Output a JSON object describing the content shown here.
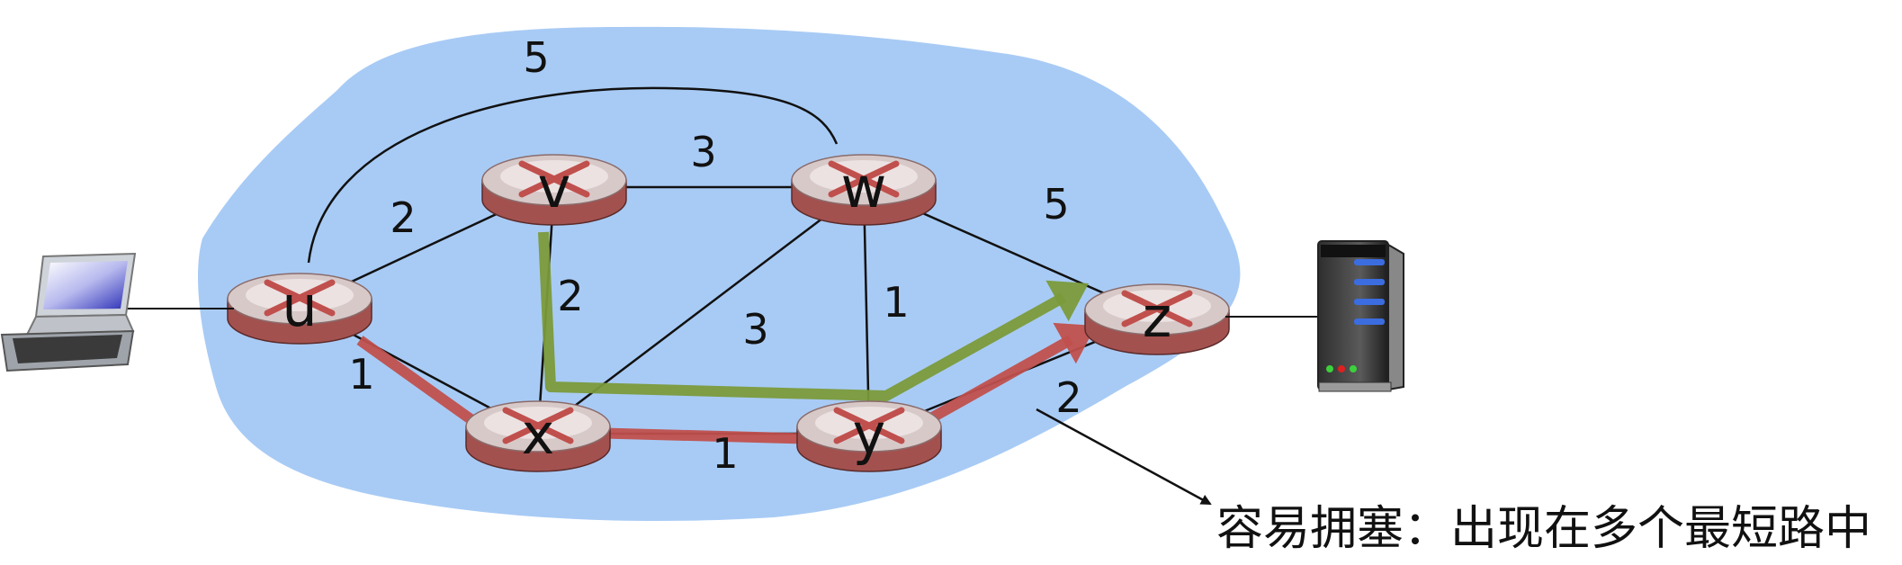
{
  "nodes": [
    {
      "id": "u",
      "label": "u"
    },
    {
      "id": "v",
      "label": "v"
    },
    {
      "id": "w",
      "label": "w"
    },
    {
      "id": "x",
      "label": "x"
    },
    {
      "id": "y",
      "label": "y"
    },
    {
      "id": "z",
      "label": "z"
    }
  ],
  "edges": [
    {
      "from": "u",
      "to": "w",
      "cost": "5"
    },
    {
      "from": "u",
      "to": "v",
      "cost": "2"
    },
    {
      "from": "u",
      "to": "x",
      "cost": "1"
    },
    {
      "from": "v",
      "to": "w",
      "cost": "3"
    },
    {
      "from": "v",
      "to": "x",
      "cost": "2"
    },
    {
      "from": "w",
      "to": "x",
      "cost": "3"
    },
    {
      "from": "w",
      "to": "y",
      "cost": "1"
    },
    {
      "from": "w",
      "to": "z",
      "cost": "5"
    },
    {
      "from": "x",
      "to": "y",
      "cost": "1"
    },
    {
      "from": "y",
      "to": "z",
      "cost": "2"
    }
  ],
  "paths": [
    {
      "route": [
        "v",
        "x",
        "y",
        "z"
      ],
      "color": "#7b9a3a"
    },
    {
      "route": [
        "u",
        "x",
        "y",
        "z"
      ],
      "color": "#c0504d"
    }
  ],
  "colors": {
    "network_cloud": "#a8cbf5",
    "router_top": "#d8c9c9",
    "router_side": "#a3514f",
    "router_x": "#c0504d"
  },
  "icons": {
    "left_host": "laptop-icon",
    "right_host": "server-icon"
  },
  "annotation": {
    "text": "容易拥塞：出现在多个最短路中",
    "target_edge": "y-z"
  }
}
